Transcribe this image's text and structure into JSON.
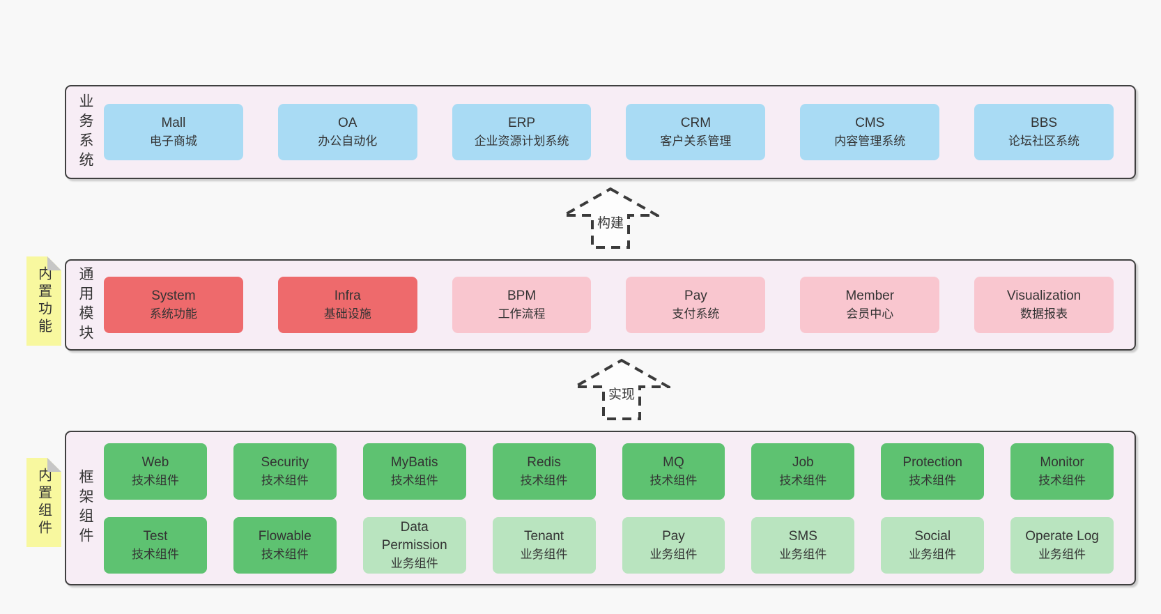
{
  "layers": [
    {
      "label": "业务系统",
      "rows": [
        [
          {
            "title": "Mall",
            "subtitle": "电子商城",
            "variant": "blue"
          },
          {
            "title": "OA",
            "subtitle": "办公自动化",
            "variant": "blue"
          },
          {
            "title": "ERP",
            "subtitle": "企业资源计划系统",
            "variant": "blue"
          },
          {
            "title": "CRM",
            "subtitle": "客户关系管理",
            "variant": "blue"
          },
          {
            "title": "CMS",
            "subtitle": "内容管理系统",
            "variant": "blue"
          },
          {
            "title": "BBS",
            "subtitle": "论坛社区系统",
            "variant": "blue"
          }
        ]
      ]
    },
    {
      "label": "通用模块",
      "note": "内置功能",
      "rows": [
        [
          {
            "title": "System",
            "subtitle": "系统功能",
            "variant": "red"
          },
          {
            "title": "Infra",
            "subtitle": "基础设施",
            "variant": "red"
          },
          {
            "title": "BPM",
            "subtitle": "工作流程",
            "variant": "pink"
          },
          {
            "title": "Pay",
            "subtitle": "支付系统",
            "variant": "pink"
          },
          {
            "title": "Member",
            "subtitle": "会员中心",
            "variant": "pink"
          },
          {
            "title": "Visualization",
            "subtitle": "数据报表",
            "variant": "pink"
          }
        ]
      ]
    },
    {
      "label": "框架组件",
      "note": "内置组件",
      "rows": [
        [
          {
            "title": "Web",
            "subtitle": "技术组件",
            "variant": "green"
          },
          {
            "title": "Security",
            "subtitle": "技术组件",
            "variant": "green"
          },
          {
            "title": "MyBatis",
            "subtitle": "技术组件",
            "variant": "green"
          },
          {
            "title": "Redis",
            "subtitle": "技术组件",
            "variant": "green"
          },
          {
            "title": "MQ",
            "subtitle": "技术组件",
            "variant": "green"
          },
          {
            "title": "Job",
            "subtitle": "技术组件",
            "variant": "green"
          },
          {
            "title": "Protection",
            "subtitle": "技术组件",
            "variant": "green"
          },
          {
            "title": "Monitor",
            "subtitle": "技术组件",
            "variant": "green"
          }
        ],
        [
          {
            "title": "Test",
            "subtitle": "技术组件",
            "variant": "green"
          },
          {
            "title": "Flowable",
            "subtitle": "技术组件",
            "variant": "green"
          },
          {
            "title": "Data Permission",
            "subtitle": "业务组件",
            "variant": "lightgreen"
          },
          {
            "title": "Tenant",
            "subtitle": "业务组件",
            "variant": "lightgreen"
          },
          {
            "title": "Pay",
            "subtitle": "业务组件",
            "variant": "lightgreen"
          },
          {
            "title": "SMS",
            "subtitle": "业务组件",
            "variant": "lightgreen"
          },
          {
            "title": "Social",
            "subtitle": "业务组件",
            "variant": "lightgreen"
          },
          {
            "title": "Operate Log",
            "subtitle": "业务组件",
            "variant": "lightgreen"
          }
        ]
      ]
    }
  ],
  "arrows": [
    {
      "label": "构建"
    },
    {
      "label": "实现"
    }
  ],
  "colors": {
    "page_background": "#f8f8f8",
    "layer_background": "#f7edf5",
    "layer_border": "#3f3f3f",
    "blue_box": "#a9dbf4",
    "red_box": "#ee6a6c",
    "pink_box": "#f9c6cf",
    "green_box": "#5ec271",
    "light_green_box": "#b9e4bf",
    "note_yellow": "#f8f89f",
    "text": "#333333"
  }
}
